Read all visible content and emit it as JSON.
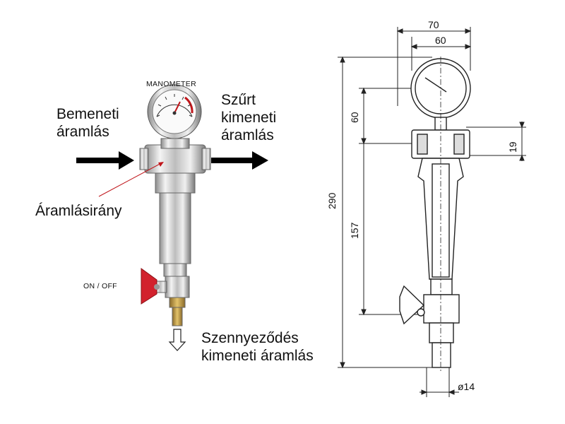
{
  "left_photo": {
    "manometer_label": "MANOMETER",
    "inlet_label_line1": "Bemeneti",
    "inlet_label_line2": "áramlás",
    "outlet_label_line1": "Szűrt",
    "outlet_label_line2": "kimeneti",
    "outlet_label_line3": "áramlás",
    "flow_direction_label": "Áramlásirány",
    "valve_label": "ON / OFF",
    "dirt_outlet_line1": "Szennyeződés",
    "dirt_outlet_line2": "kimeneti áramlás"
  },
  "drawing": {
    "dim_overall_width": "70",
    "dim_gauge_width": "60",
    "dim_gauge_height": "60",
    "dim_total_height": "290",
    "dim_body_height": "157",
    "dim_thread": "19",
    "dim_outlet_diameter": "ø14"
  },
  "colors": {
    "arrow": "#000000",
    "red_pointer": "#c0161b",
    "valve_handle": "#d2222d"
  }
}
